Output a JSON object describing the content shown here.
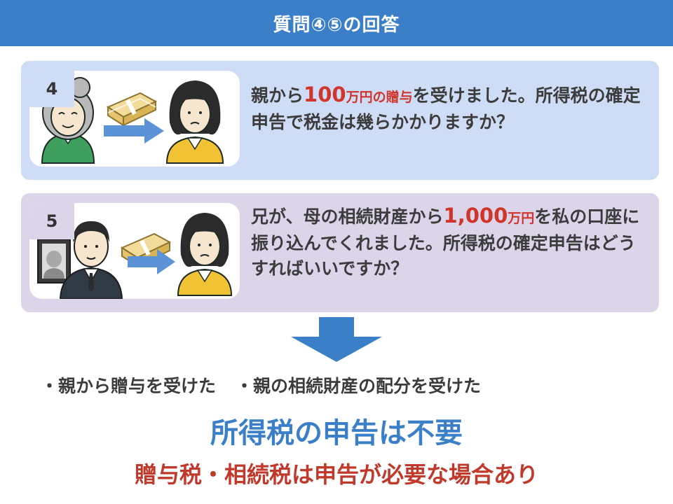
{
  "header": {
    "title": "質問④⑤の回答"
  },
  "q4": {
    "number": "4",
    "text_pre": "親から",
    "highlight_num": "100",
    "highlight_rest": "万円の贈与",
    "text_post": "を受けました。所得税の確定申告で税金は幾らかかりますか？"
  },
  "q5": {
    "number": "5",
    "text_pre": "兄が、母の相続財産から",
    "highlight_num": "1,000",
    "highlight_rest": "万円",
    "text_post": "を私の口座に振り込んでくれました。所得税の確定申告はどうすればいいですか？"
  },
  "bullets": [
    "・親から贈与を受けた",
    "・親の相続財産の配分を受けた"
  ],
  "conclusion": "所得税の申告は不要",
  "note": "贈与税・相続税は申告が必要な場合あり",
  "colors": {
    "header_bg": "#3a7fc7",
    "card4_bg": "#cfdcf5",
    "card5_bg": "#dcd5ea",
    "highlight": "#d0352b",
    "conclusion": "#3a7fc7",
    "note": "#c0392b"
  },
  "icons": [
    "grandmother-icon",
    "money-bundle-icon",
    "arrow-right-icon",
    "woman-icon",
    "memorial-portrait-icon",
    "man-icon",
    "arrow-down-icon"
  ]
}
